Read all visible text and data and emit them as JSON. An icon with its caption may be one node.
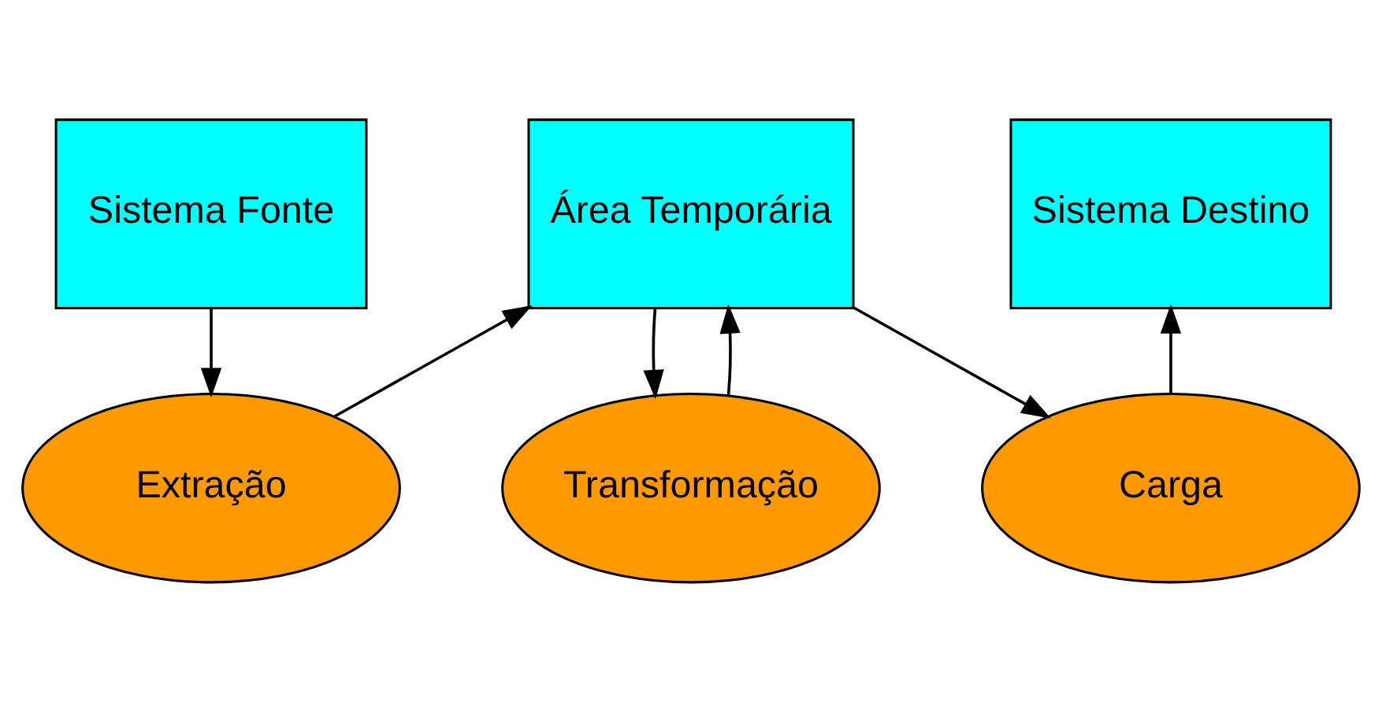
{
  "diagram": {
    "nodes": [
      {
        "text": [
          "Sistema Fonte"
        ]
      },
      {
        "text": [
          "Área Temporária"
        ]
      },
      {
        "text": [
          "Sistema Destino"
        ]
      },
      {
        "text": [
          "Extração"
        ]
      },
      {
        "text": [
          "Transformação"
        ]
      },
      {
        "text": [
          "Carga"
        ]
      }
    ],
    "edges": [
      {
        "from": 0,
        "to": 3,
        "arrow": "to"
      },
      {
        "from": 3,
        "to": 1,
        "arrow": "to"
      },
      {
        "from": 1,
        "to": 4,
        "arrow": "to"
      },
      {
        "from": 4,
        "to": 1,
        "arrow": "to"
      },
      {
        "from": 1,
        "to": 5,
        "arrow": "to"
      },
      {
        "from": 5,
        "to": 2,
        "arrow": "to"
      }
    ]
  }
}
